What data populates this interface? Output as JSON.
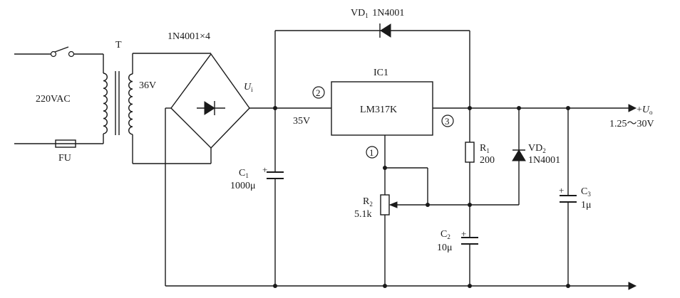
{
  "labels": {
    "vd1_name": "VD",
    "vd1_sub": "1",
    "vd1_part": "1N4001",
    "transformer": "T",
    "bridge": "1N4001×4",
    "ic_name": "IC1",
    "ic_part": "LM317K",
    "ui_main": "U",
    "ui_sub": "i",
    "mains": "220VAC",
    "secondary": "36V",
    "fuse": "FU",
    "v35": "35V",
    "out_prefix": "+",
    "out_main": "U",
    "out_sub": "o",
    "out_range": "1.25～30V",
    "r1_name": "R",
    "r1_sub": "1",
    "r1_value": "200",
    "vd2_name": "VD",
    "vd2_sub": "2",
    "vd2_part": "1N4001",
    "c1_name": "C",
    "c1_sub": "1",
    "c1_value": "1000μ",
    "r2_name": "R",
    "r2_sub": "2",
    "r2_value": "5.1k",
    "c2_name": "C",
    "c2_sub": "2",
    "c2_value": "10μ",
    "c3_name": "C",
    "c3_sub": "3",
    "c3_value": "1μ",
    "pin1": "1",
    "pin2": "2",
    "pin3": "3",
    "plus": "+"
  }
}
